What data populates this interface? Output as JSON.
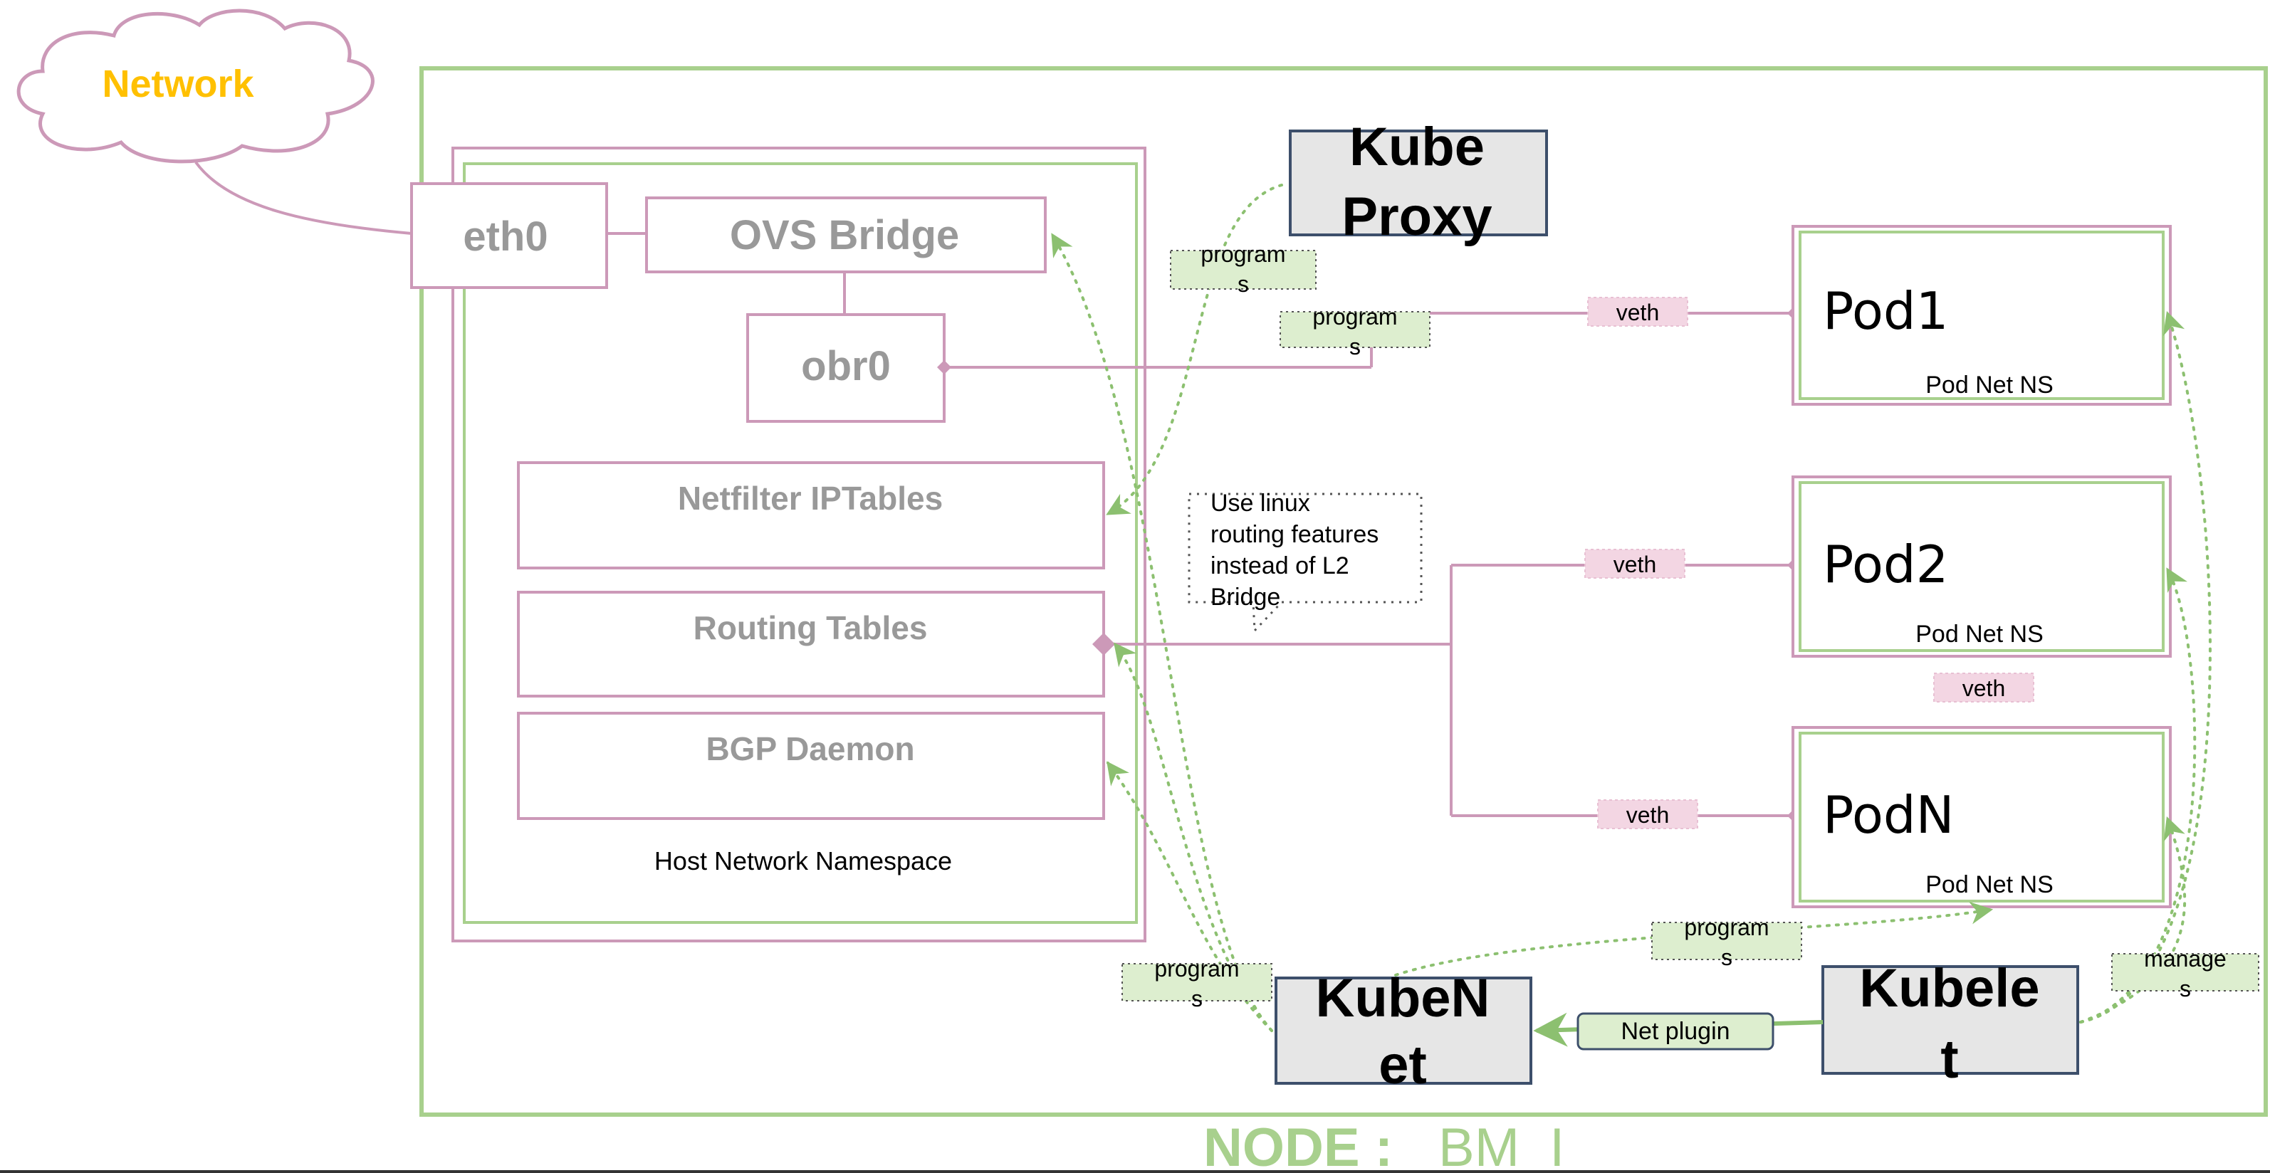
{
  "network": {
    "label": "Network"
  },
  "host": {
    "eth0": "eth0",
    "ovs_bridge": "OVS Bridge",
    "obr0": "obr0",
    "netfilter": "Netfilter IPTables",
    "routing": "Routing Tables",
    "bgp": "BGP Daemon",
    "namespace_label": "Host Network Namespace"
  },
  "kube_proxy": {
    "line1": "Kube",
    "line2": "Proxy"
  },
  "kubenet": {
    "line1": "KubeN",
    "line2": "et"
  },
  "kubelet": {
    "line1": "Kubele",
    "line2": "t"
  },
  "pods": [
    {
      "name": "Pod1",
      "ns": "Pod Net NS"
    },
    {
      "name": "Pod2",
      "ns": "Pod Net NS"
    },
    {
      "name": "PodN",
      "ns": "Pod Net NS"
    }
  ],
  "labels": {
    "veth": "veth",
    "programs_1": "program",
    "programs_2": "s",
    "manages_1": "manage",
    "manages_2": "s",
    "net_plugin": "Net plugin"
  },
  "note": {
    "line1": "Use linux",
    "line2": "routing features",
    "line3": "instead of L2",
    "line4": "Bridge"
  },
  "node": {
    "label": "NODE :",
    "name": "BM_I"
  },
  "colors": {
    "pink": "#cc99b8",
    "green": "#a8d08d",
    "label_green": "#ddeecf",
    "label_pink": "#f3d6e3",
    "network_text": "#ffc000"
  }
}
